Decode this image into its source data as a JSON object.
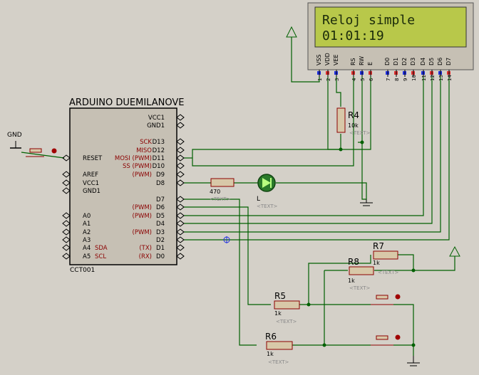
{
  "lcd": {
    "line1": "Reloj simple",
    "line2": "01:01:19",
    "pins": [
      "VSS",
      "VDD",
      "VEE",
      "RS",
      "RW",
      "E",
      "D0",
      "D1",
      "D2",
      "D3",
      "D4",
      "D5",
      "D6",
      "D7"
    ],
    "pin_numbers": [
      "1",
      "2",
      "3",
      "4",
      "5",
      "6",
      "7",
      "8",
      "9",
      "10",
      "11",
      "12",
      "13",
      "14"
    ]
  },
  "arduino": {
    "title": "ARDUINO DUEMILANOVE",
    "ref": "CCT001",
    "right_pins": [
      "VCC1",
      "GND1",
      "D13",
      "D12",
      "D11",
      "D10",
      "D9",
      "D8",
      "D7",
      "D6",
      "D5",
      "D4",
      "D3",
      "D2",
      "D1",
      "D0"
    ],
    "right_funcs": [
      "",
      "",
      "SCK",
      "MISO",
      "MOSI (PWM)",
      "SS (PWM)",
      "(PWM)",
      "",
      "",
      "(PWM)",
      "(PWM)",
      "",
      "(PWM)",
      "",
      "(TX)",
      "(RX)"
    ],
    "left_pins": [
      "RESET",
      "AREF",
      "VCC1",
      "GND1",
      "A0",
      "A1",
      "A2",
      "A3",
      "A4",
      "A5"
    ],
    "left_funcs": [
      "",
      "",
      "",
      "",
      "",
      "",
      "",
      "",
      "SDA",
      "SCL"
    ]
  },
  "labels": {
    "gnd": "GND",
    "r4": "R4",
    "r4_val": "10k",
    "r_led_val": "470",
    "led": "L",
    "r7": "R7",
    "r7_val": "1k",
    "r8": "R8",
    "r8_val": "1k",
    "r5": "R5",
    "r5_val": "1k",
    "r6": "R6",
    "r6_val": "1k",
    "text_placeholder": "<TEXT>"
  },
  "colors": {
    "background": "#d4d0c8",
    "wire": "#006000",
    "lcd_screen": "#b8c84a",
    "chip_body": "#c6c0b4",
    "component": "#8b0000",
    "pin_red": "#e03030",
    "pin_blue": "#2030e0"
  }
}
